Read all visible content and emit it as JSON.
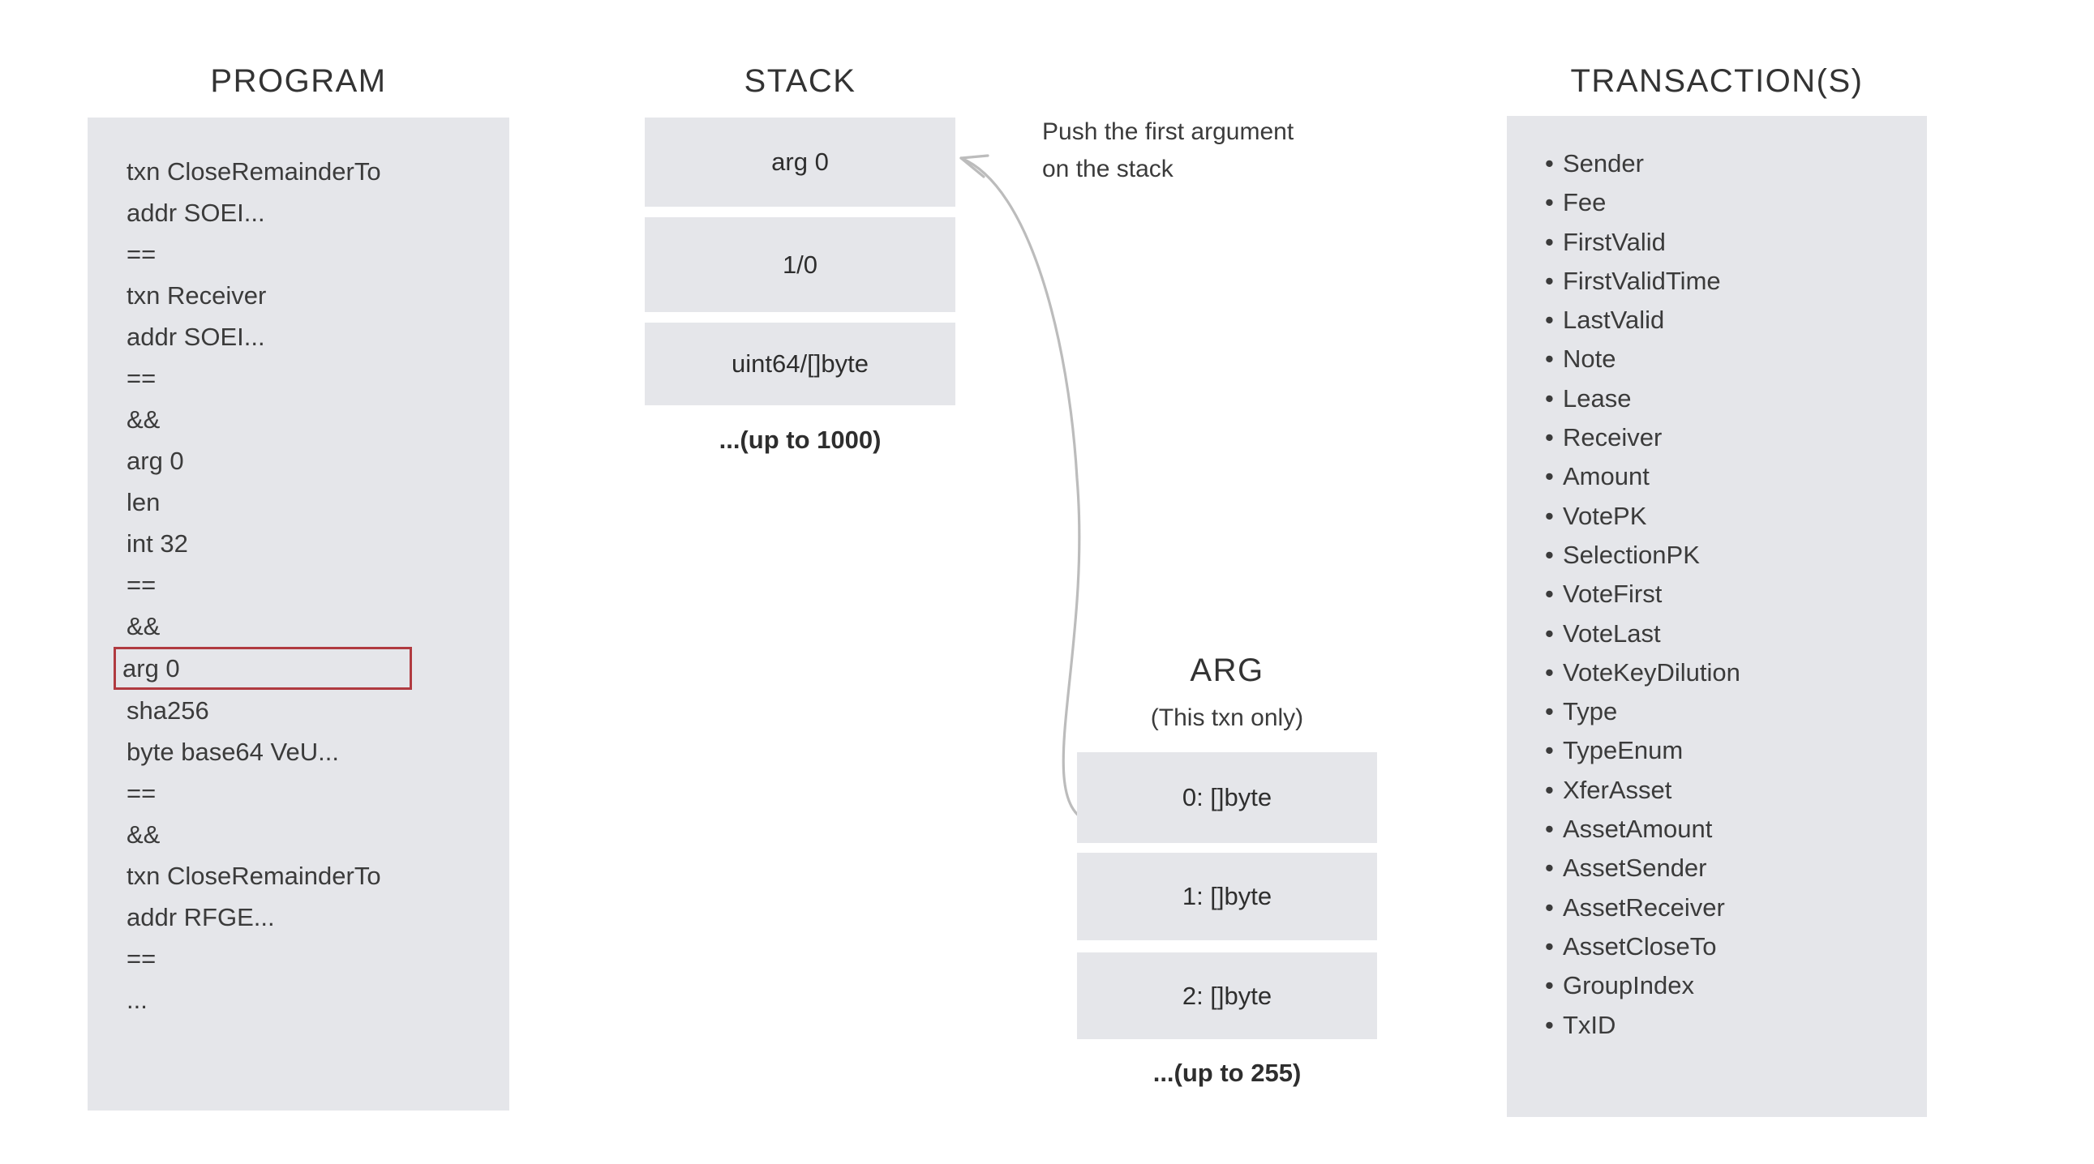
{
  "colors": {
    "panel_bg": "#e5e6ea",
    "box_bg": "#e5e6ea",
    "highlight_border": "#b03a40",
    "text": "#3b3b3b",
    "title": "#333333",
    "arrow": "#b9b9b9"
  },
  "program": {
    "title": "PROGRAM",
    "lines": [
      {
        "text": "txn CloseRemainderTo",
        "highlighted": false
      },
      {
        "text": "addr SOEI...",
        "highlighted": false
      },
      {
        "text": "==",
        "highlighted": false
      },
      {
        "text": "txn Receiver",
        "highlighted": false
      },
      {
        "text": "addr SOEI...",
        "highlighted": false
      },
      {
        "text": "==",
        "highlighted": false
      },
      {
        "text": "&&",
        "highlighted": false
      },
      {
        "text": "arg 0",
        "highlighted": false
      },
      {
        "text": "len",
        "highlighted": false
      },
      {
        "text": "int 32",
        "highlighted": false
      },
      {
        "text": "==",
        "highlighted": false
      },
      {
        "text": "&&",
        "highlighted": false
      },
      {
        "text": "arg 0",
        "highlighted": true
      },
      {
        "text": "sha256",
        "highlighted": false
      },
      {
        "text": "byte base64 VeU...",
        "highlighted": false
      },
      {
        "text": "==",
        "highlighted": false
      },
      {
        "text": "&&",
        "highlighted": false
      },
      {
        "text": "txn CloseRemainderTo",
        "highlighted": false
      },
      {
        "text": "addr RFGE...",
        "highlighted": false
      },
      {
        "text": "==",
        "highlighted": false
      },
      {
        "text": "...",
        "highlighted": false
      }
    ]
  },
  "stack": {
    "title": "STACK",
    "boxes": [
      {
        "label": "arg 0"
      },
      {
        "label": "1/0"
      },
      {
        "label": "uint64/[]byte"
      }
    ],
    "more_label": "...(up to 1000)"
  },
  "annotation": {
    "line1": "Push the first argument",
    "line2": "on the stack"
  },
  "arg": {
    "title": "ARG",
    "subtitle": "(This txn only)",
    "boxes": [
      {
        "label": "0: []byte"
      },
      {
        "label": "1: []byte"
      },
      {
        "label": "2: []byte"
      }
    ],
    "more_label": "...(up to 255)"
  },
  "transactions": {
    "title": "TRANSACTION(S)",
    "bullet": "•",
    "fields": [
      "Sender",
      "Fee",
      "FirstValid",
      "FirstValidTime",
      "LastValid",
      "Note",
      "Lease",
      "Receiver",
      "Amount",
      "VotePK",
      "SelectionPK",
      "VoteFirst",
      "VoteLast",
      "VoteKeyDilution",
      "Type",
      "TypeEnum",
      "XferAsset",
      "AssetAmount",
      "AssetSender",
      "AssetReceiver",
      "AssetCloseTo",
      "GroupIndex",
      "TxID"
    ]
  }
}
